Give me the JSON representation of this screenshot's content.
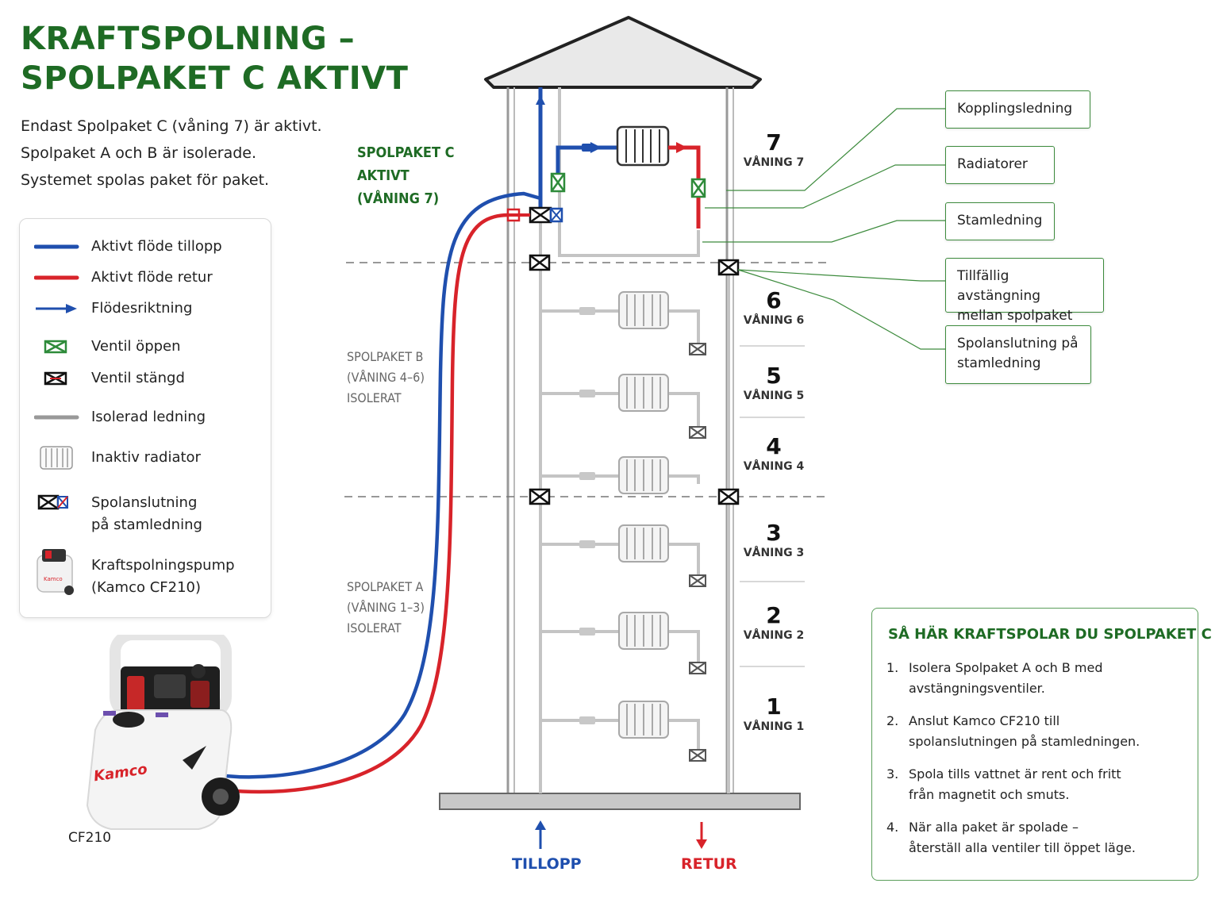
{
  "title": {
    "line1": "KRAFTSPOLNING –",
    "line2": "SPOLPAKET C AKTIVT"
  },
  "intro": {
    "line1": "Endast Spolpaket C (våning 7) är aktivt.",
    "line2": "Spolpaket A och B är isolerade.",
    "line3": "Systemet spolas paket för paket."
  },
  "legend": {
    "items": [
      {
        "label": "Aktivt flöde tillopp"
      },
      {
        "label": "Aktivt flöde retur"
      },
      {
        "label": "Flödesriktning"
      },
      {
        "label": "Ventil öppen"
      },
      {
        "label": "Ventil stängd"
      },
      {
        "label": "Isolerad ledning"
      },
      {
        "label": "Inaktiv radiator"
      },
      {
        "label": "Spolanslutning",
        "label2": "på stamledning"
      },
      {
        "label": "Kraftspolningspump",
        "label2": "(Kamco CF210)"
      }
    ]
  },
  "pump": {
    "brand": "Kamco",
    "caption": "CF210"
  },
  "packages": {
    "c": {
      "line1": "SPOLPAKET C",
      "line2": "AKTIVT",
      "line3": "(VÅNING 7)"
    },
    "b": {
      "line1": "SPOLPAKET B",
      "line2": "(VÅNING 4–6)",
      "line3": "ISOLERAT"
    },
    "a": {
      "line1": "SPOLPAKET A",
      "line2": "(VÅNING 1–3)",
      "line3": "ISOLERAT"
    }
  },
  "floors": [
    {
      "num": "7",
      "name": "VÅNING 7"
    },
    {
      "num": "6",
      "name": "VÅNING 6"
    },
    {
      "num": "5",
      "name": "VÅNING 5"
    },
    {
      "num": "4",
      "name": "VÅNING 4"
    },
    {
      "num": "3",
      "name": "VÅNING 3"
    },
    {
      "num": "2",
      "name": "VÅNING 2"
    },
    {
      "num": "1",
      "name": "VÅNING 1"
    }
  ],
  "callouts": [
    {
      "line1": "Kopplingsledning"
    },
    {
      "line1": "Radiatorer"
    },
    {
      "line1": "Stamledning"
    },
    {
      "line1": "Tillfällig avstängning",
      "line2": "mellan spolpaket"
    },
    {
      "line1": "Spolanslutning på",
      "line2": "stamledning"
    }
  ],
  "flow": {
    "supply": "TILLOPP",
    "return": "RETUR"
  },
  "howto": {
    "title": "SÅ HÄR KRAFTSPOLAR DU SPOLPAKET C",
    "steps": [
      {
        "num": "1.",
        "line1": "Isolera Spolpaket A och B med",
        "line2": "avstängningsventiler."
      },
      {
        "num": "2.",
        "line1": "Anslut Kamco CF210 till",
        "line2": "spolanslutningen på stamledningen."
      },
      {
        "num": "3.",
        "line1": "Spola tills vattnet är rent och fritt",
        "line2": "från magnetit och smuts."
      },
      {
        "num": "4.",
        "line1": "När alla paket är spolade –",
        "line2": "återställ alla ventiler till öppet läge."
      }
    ]
  },
  "colors": {
    "brand_green": "#1e6b24",
    "supply_blue": "#1f4fae",
    "return_red": "#d8232a",
    "isolated_grey": "#bdbdbd",
    "valve_open": "#2e8b3a",
    "valve_closed": "#111111"
  },
  "icons": {
    "valve_open": "valve-open-icon",
    "valve_closed": "valve-closed-icon",
    "radiator": "radiator-icon",
    "flow_arrow": "flow-arrow-icon",
    "pump": "pump-icon"
  }
}
